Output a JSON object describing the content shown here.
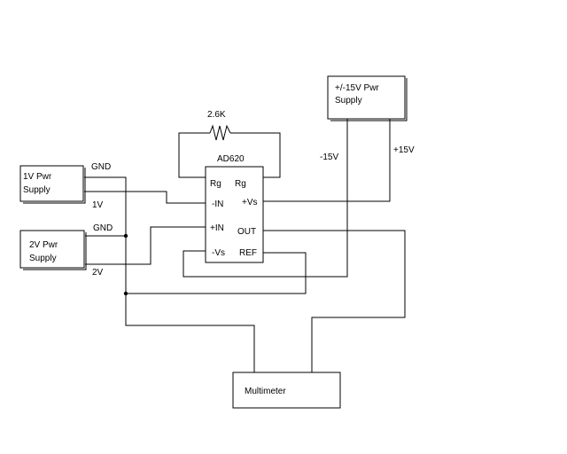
{
  "components": {
    "supply_1v": {
      "line1": "1V Pwr",
      "line2": "Supply"
    },
    "supply_2v": {
      "line1": "2V Pwr",
      "line2": "Supply"
    },
    "supply_15v": {
      "line1": "+/-15V Pwr",
      "line2": "Supply"
    },
    "resistor": {
      "value": "2.6K"
    },
    "amp": {
      "name": "AD620",
      "pins": {
        "rg_left": "Rg",
        "rg_right": "Rg",
        "in_minus": "-IN",
        "in_plus": "+IN",
        "vs_minus": "-Vs",
        "vs_plus": "+Vs",
        "out": "OUT",
        "ref": "REF"
      }
    },
    "multimeter": {
      "label": "Multimeter"
    }
  },
  "wire_labels": {
    "gnd_1v": "GND",
    "v1": "1V",
    "gnd_2v": "GND",
    "v2": "2V",
    "minus15": "-15V",
    "plus15": "+15V"
  },
  "colors": {
    "stroke": "#000000",
    "background": "#ffffff"
  }
}
